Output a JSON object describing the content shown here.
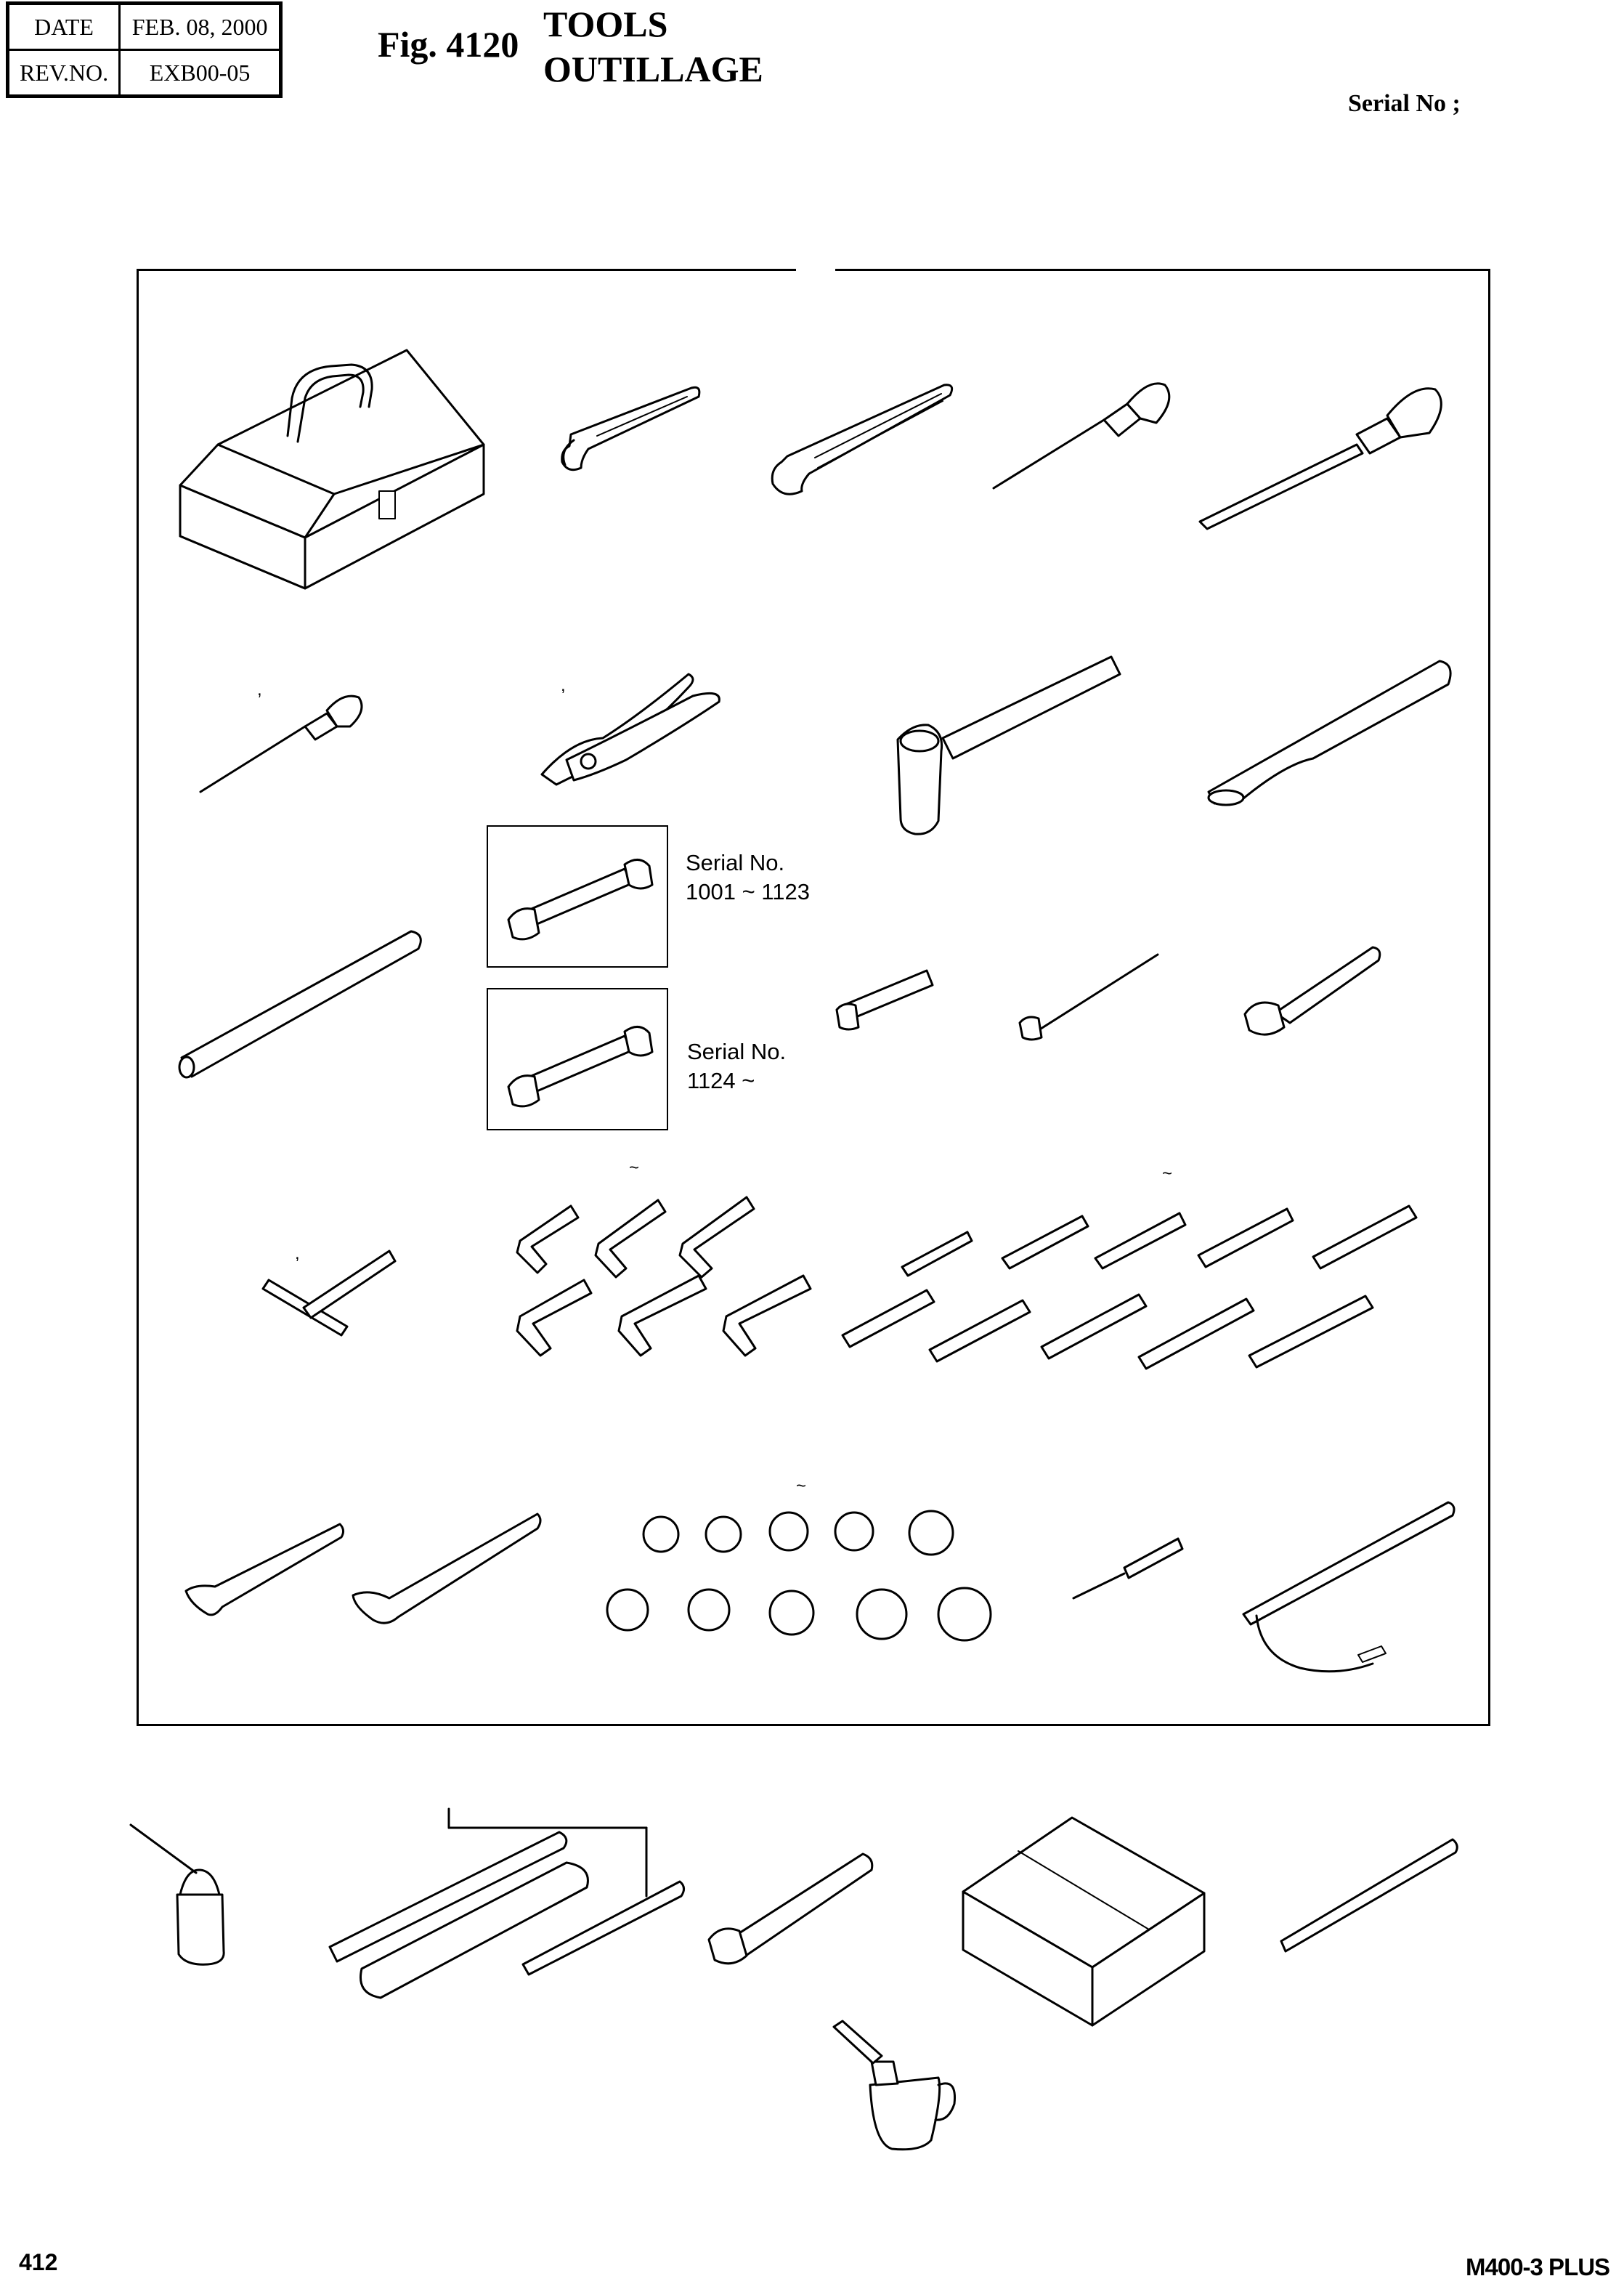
{
  "header": {
    "date_label": "DATE",
    "date_value": "FEB. 08, 2000",
    "rev_label": "REV.NO.",
    "rev_value": "EXB00-05",
    "fig_number": "Fig. 4120",
    "title_en": "TOOLS",
    "title_fr": "OUTILLAGE",
    "serial": "Serial No ;"
  },
  "serial_notes": [
    {
      "title": "Serial No.",
      "range": "1001 ~ 1123"
    },
    {
      "title": "Serial No.",
      "range": "1124 ~"
    }
  ],
  "marks": {
    "tilde": "~",
    "comma": ","
  },
  "footer": {
    "page_number": "412",
    "model": "M400-3 PLUS"
  }
}
